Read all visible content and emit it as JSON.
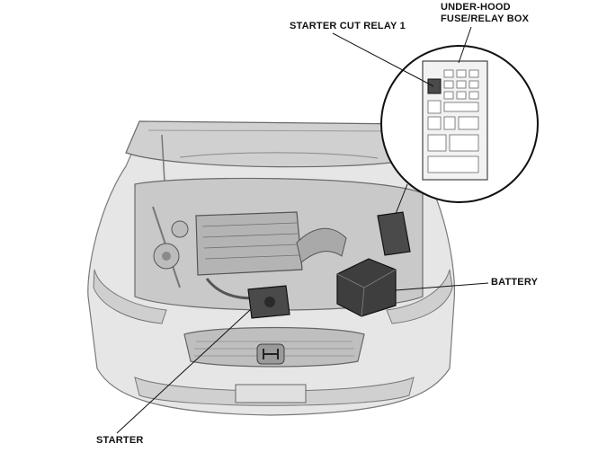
{
  "callouts": {
    "starter_cut_relay": "STARTER CUT RELAY 1",
    "fuse_box_line1": "UNDER-HOOD",
    "fuse_box_line2": "FUSE/RELAY BOX",
    "battery": "BATTERY",
    "starter": "STARTER"
  },
  "colors": {
    "line": "#111111",
    "car_body": "#d8d8d8",
    "engine": "#bdbdbd",
    "highlight": "#4a4a4a"
  }
}
